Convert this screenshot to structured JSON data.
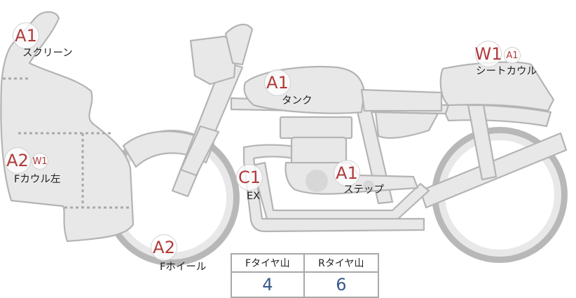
{
  "parts": {
    "screen": {
      "grades": [
        "A1"
      ],
      "label": "スクリーン"
    },
    "tank": {
      "grades": [
        "A1"
      ],
      "label": "タンク"
    },
    "seat_cowl": {
      "grades": [
        "W1",
        "A1"
      ],
      "label": "シートカウル"
    },
    "f_cowl_left": {
      "grades": [
        "A2",
        "W1"
      ],
      "label": "Fカウル左"
    },
    "exhaust": {
      "grades": [
        "C1"
      ],
      "label": "EX"
    },
    "step": {
      "grades": [
        "A1"
      ],
      "label": "ステップ"
    },
    "f_wheel": {
      "grades": [
        "A2"
      ],
      "label": "Fホイール"
    }
  },
  "tire_tread": {
    "headers": [
      "Fタイヤ山",
      "Rタイヤ山"
    ],
    "values": [
      "4",
      "6"
    ]
  },
  "colors": {
    "grade_text": "#b03a3a",
    "value_text": "#3a5a8c",
    "part_fill": "#e8e8e8",
    "part_stroke": "#b4b4b4"
  }
}
